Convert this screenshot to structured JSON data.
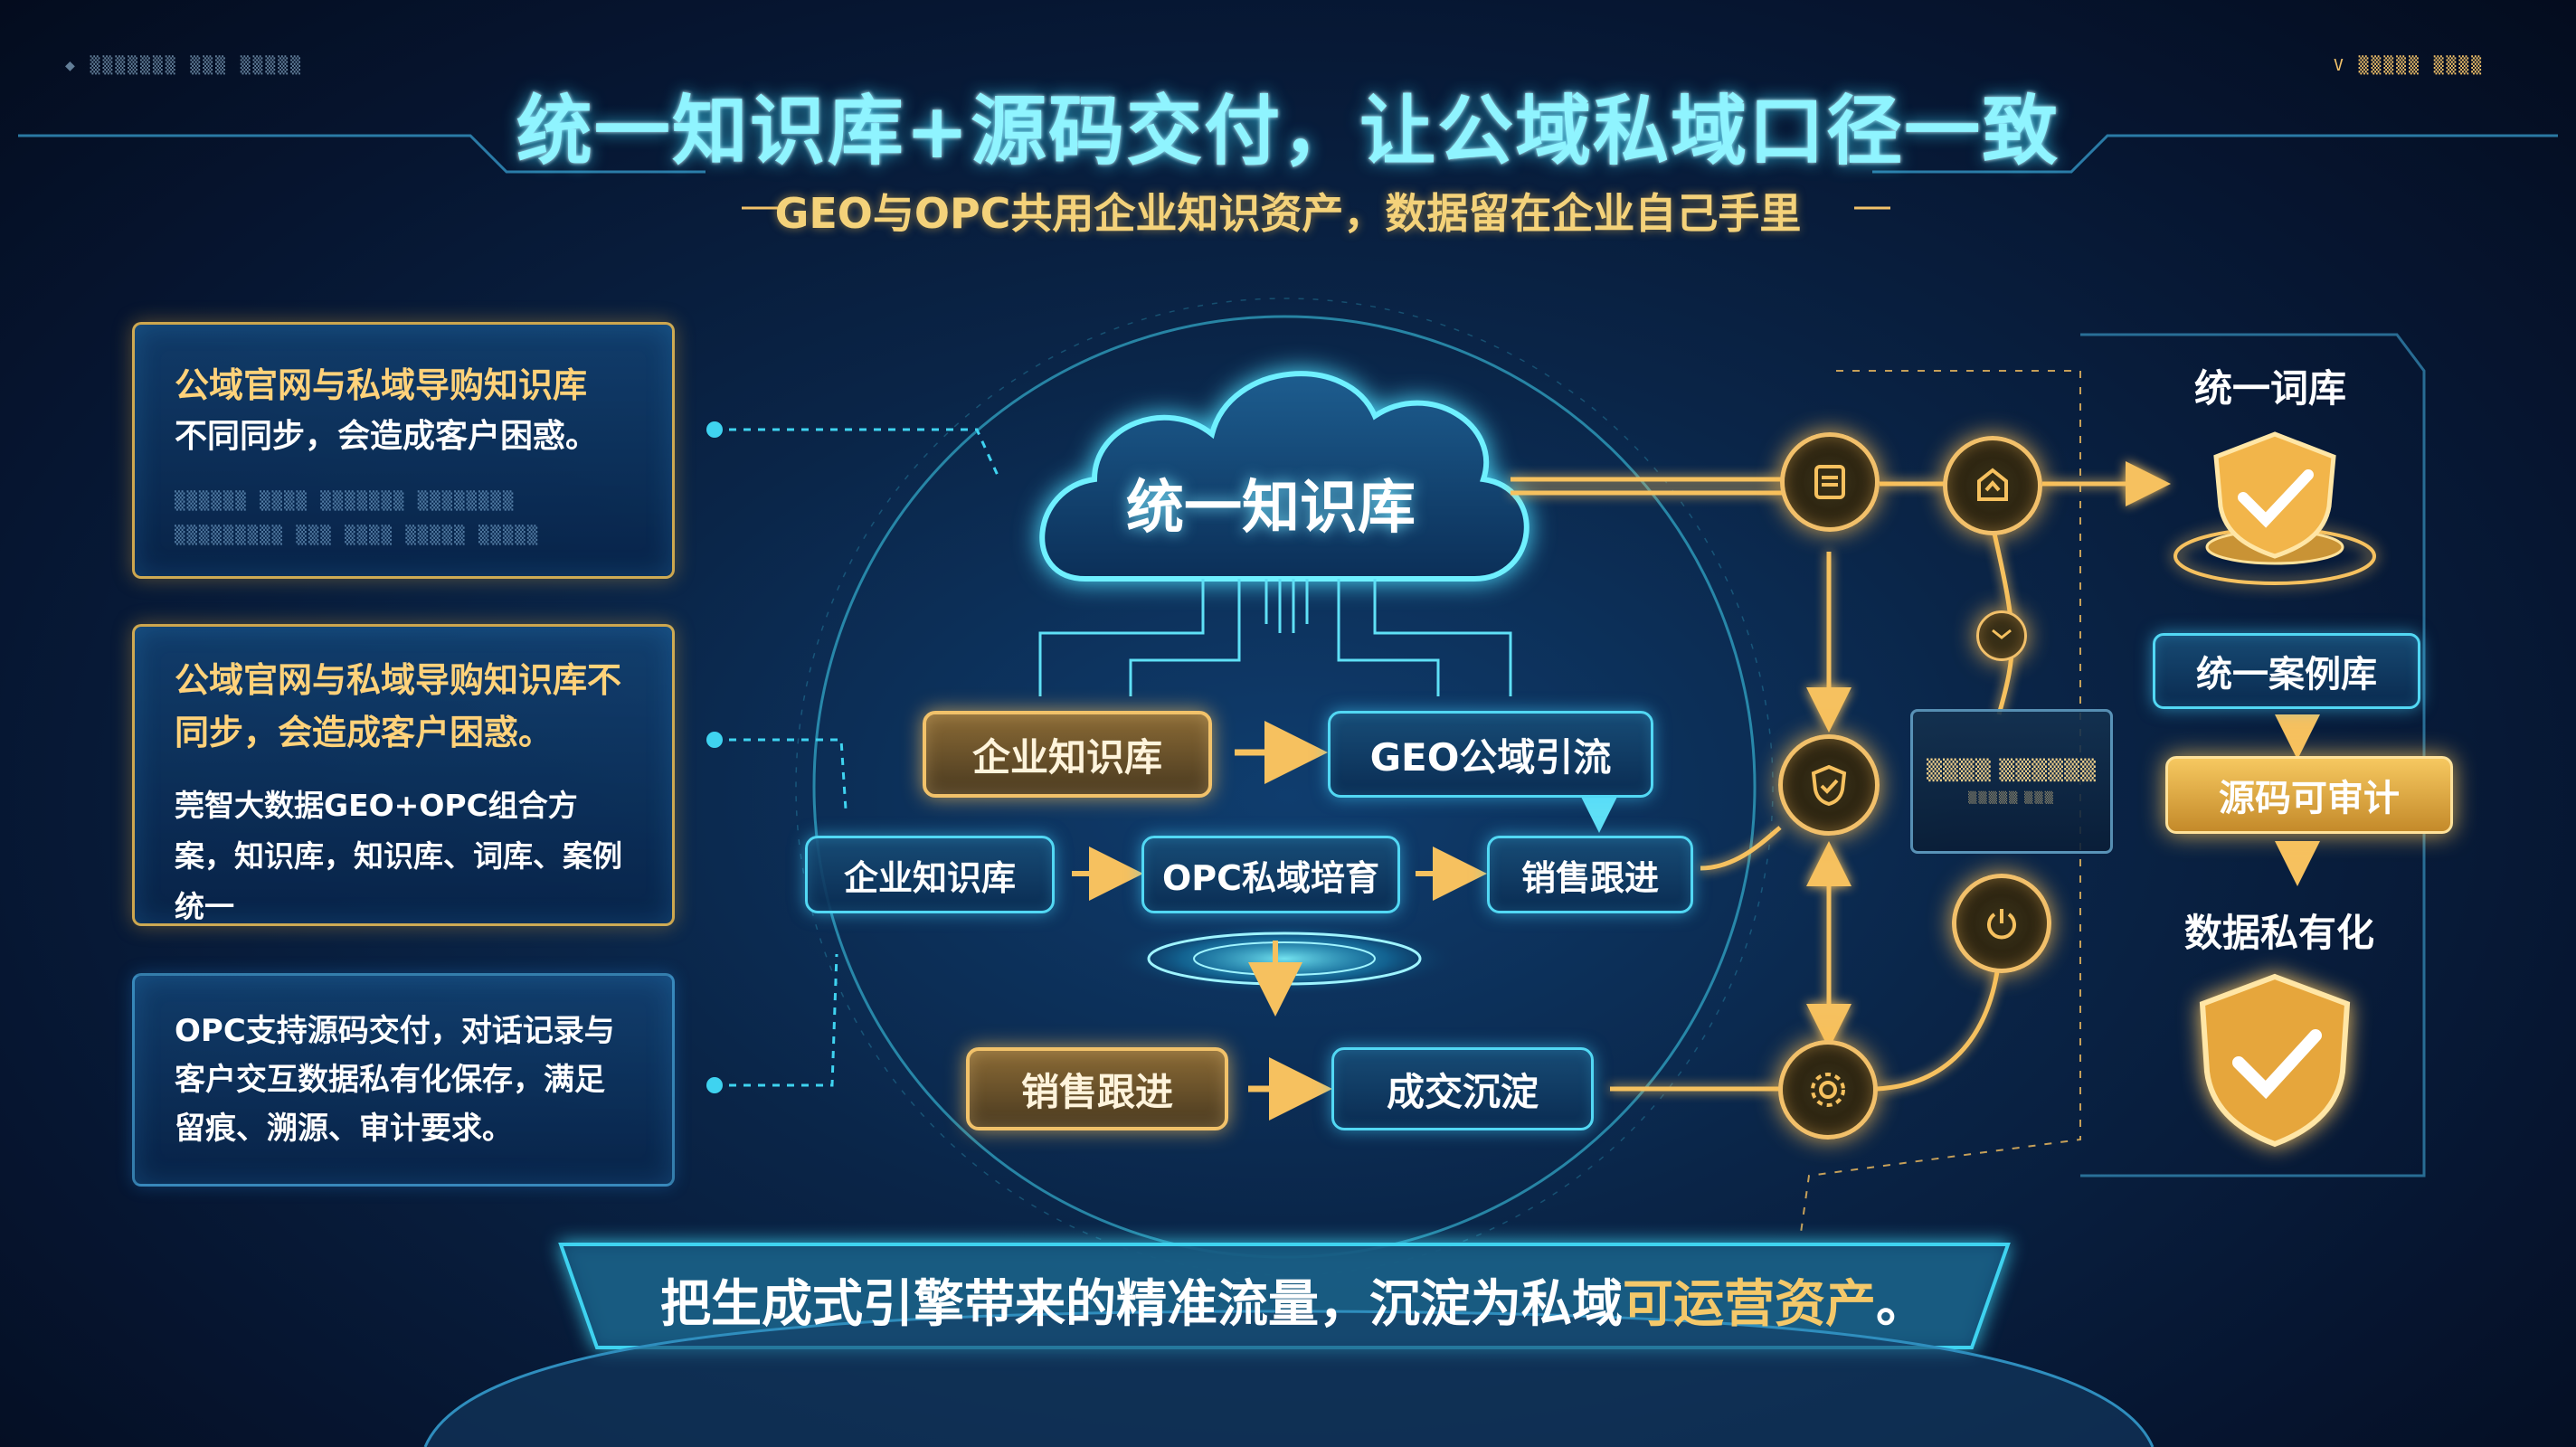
{
  "header": {
    "title": "统一知识库+源码交付，让公域私域口径一致",
    "subtitle": "GEO与OPC共用企业知识资产，数据留在企业自己手里"
  },
  "left_panels": [
    {
      "highlight": "公域官网与私域导购知识库",
      "text": "不同同步，会造成客户困惑。"
    },
    {
      "highlight": "公域官网与私域导购知识库不同步，会造成客户困惑。",
      "text": "莞智大数据GEO+OPC组合方案，知识库，知识库、词库、案例统一"
    },
    {
      "text": "OPC支持源码交付，对话记录与客户交互数据私有化保存，满足留痕、溯源、审计要求。"
    }
  ],
  "center": {
    "cloud_label": "统一知识库",
    "nodes": {
      "ent_kb_top": "企业知识库",
      "geo_public": "GEO公域引流",
      "ent_kb_mid": "企业知识库",
      "opc_private": "OPC私域培育",
      "sales_mid": "销售跟进",
      "sales_bottom": "销售跟进",
      "deal": "成交沉淀"
    }
  },
  "right": {
    "lexicon": "统一词库",
    "case_library": "统一案例库",
    "source_audit": "源码可审计",
    "data_private": "数据私有化"
  },
  "bottom": {
    "text_main": "把生成式引擎带来的精准流量，沉淀为私域",
    "text_gold": "可运营资产",
    "text_end": "。"
  },
  "icons": [
    "document-icon",
    "upload-icon",
    "shield-icon",
    "power-icon",
    "gear-icon",
    "shield-check-icon"
  ],
  "colors": {
    "accent_cyan": "#52d8f4",
    "accent_gold": "#f2c26a",
    "bg": "#0a2548"
  }
}
